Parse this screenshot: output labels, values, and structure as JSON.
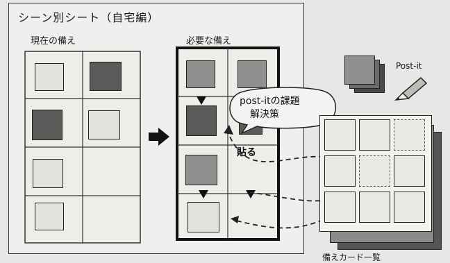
{
  "title": "シーン別シート（自宅編）",
  "labels": {
    "current": "現在の備え",
    "needed": "必要な備え",
    "postit": "Post-it",
    "paste": "貼る",
    "catalog": "備えカード一覧"
  },
  "bubble": {
    "line1": "post-itの課題",
    "line2": "解決策"
  },
  "colors": {
    "background": "#e7e7e5",
    "card_light": "#e2e2de",
    "card_mid": "#8f8f8d",
    "card_dark": "#5a5a58"
  }
}
